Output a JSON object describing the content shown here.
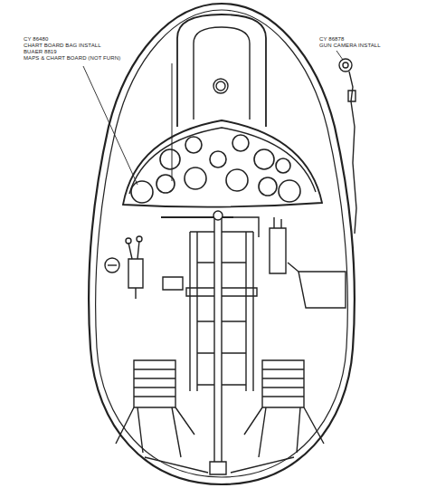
{
  "diagram": {
    "labels": [
      "CY 86480",
      "CHART BOARD BAG INSTALL",
      "BUAER 8819",
      "MAPS & CHART BOARD (NOT FURN)",
      "CY 86878",
      "GUN CAMERA INSTALL"
    ]
  }
}
